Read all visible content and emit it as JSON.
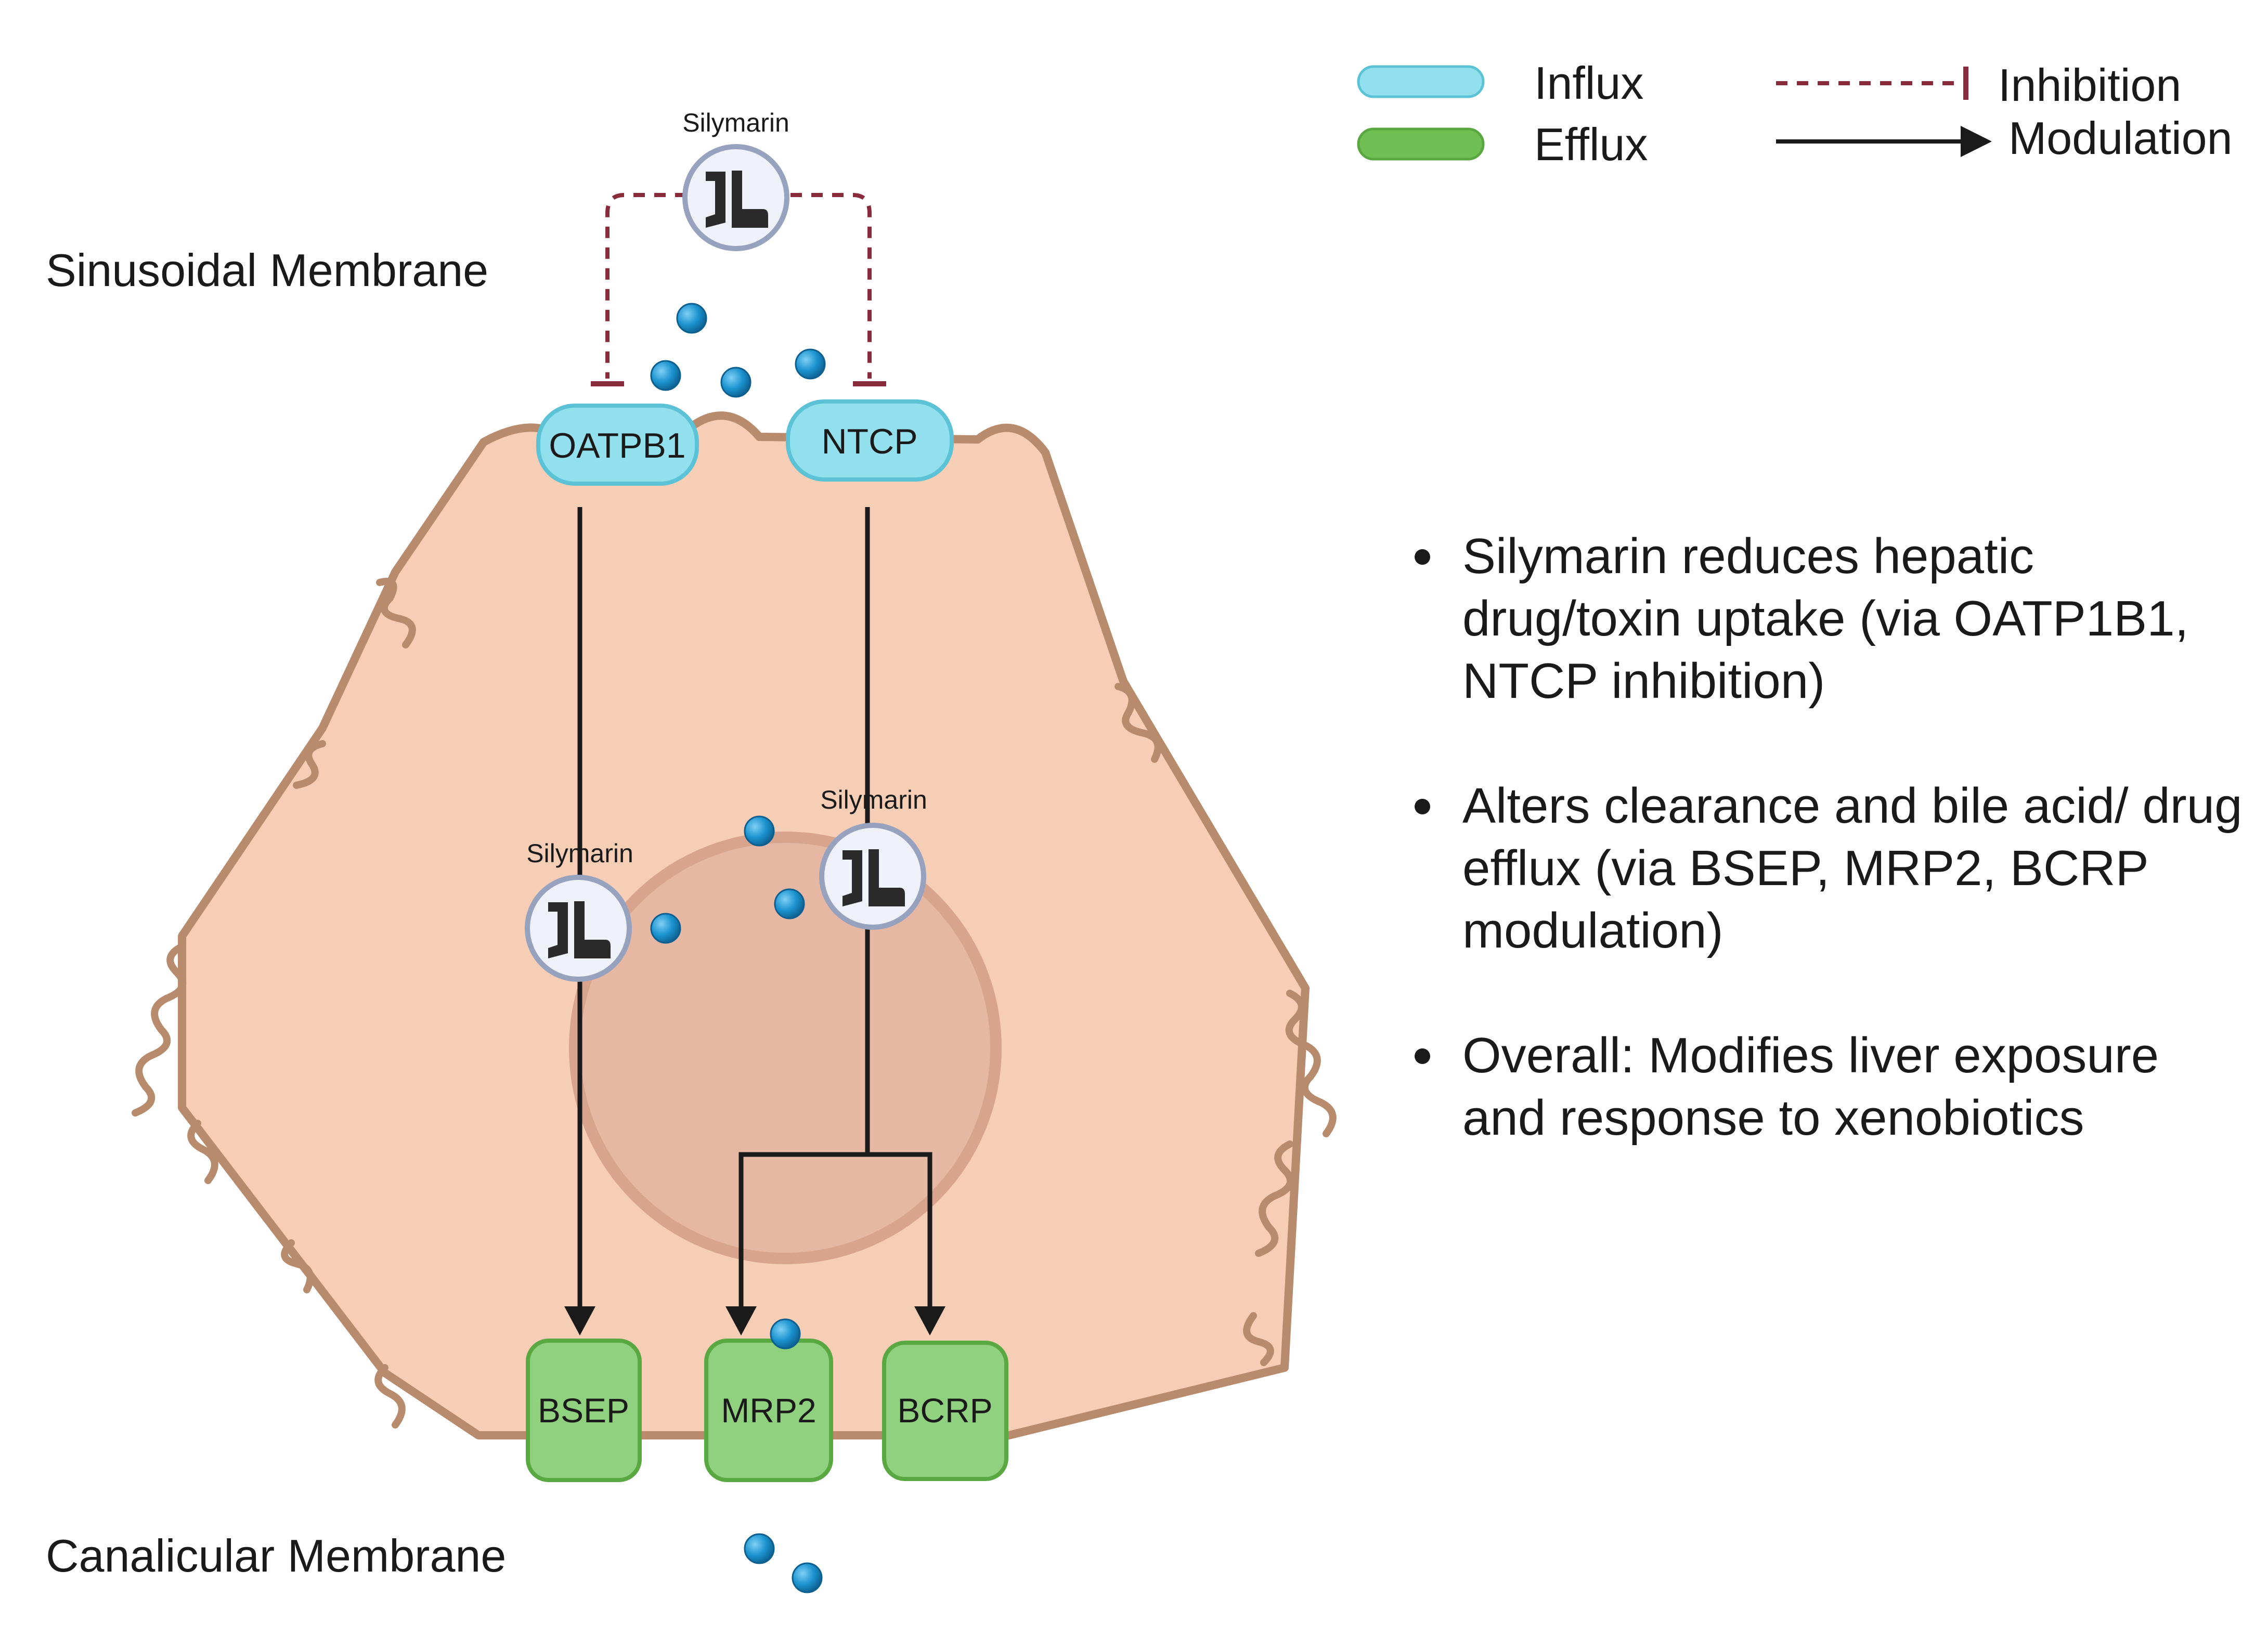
{
  "legend": {
    "influx_label": "Influx",
    "efflux_label": "Efflux",
    "inhibition_label": "Inhibition",
    "modulation_label": "Modulation"
  },
  "membranes": {
    "sinusoidal": "Sinusoidal Membrane",
    "canalicular": "Canalicular Membrane"
  },
  "transporters": {
    "influx": [
      "OATPB1",
      "NTCP"
    ],
    "efflux": [
      "BSEP",
      "MRP2",
      "BCRP"
    ]
  },
  "silymarin": {
    "top": "Silymarin",
    "left": "Silymarin",
    "right": "Silymarin"
  },
  "bullets": [
    "Silymarin reduces hepatic drug/toxin uptake (via OATP1B1, NTCP inhibition)",
    "Alters clearance and bile acid/ drug efflux (via BSEP, MRP2, BCRP modulation)",
    "Overall: Modifies liver exposure and response to xenobiotics"
  ],
  "colors": {
    "cell_fill": "#f6cdb5",
    "cell_outline": "#b98b6d",
    "nucleus": "#e6b8a4",
    "influx": "#92e0ee",
    "efflux": "#8fd17e",
    "inhibition": "#8a2b3b",
    "molecule": "#1b93cf"
  },
  "icons": [
    "silymarin-molecule-icon",
    "drug-molecule-icon"
  ]
}
